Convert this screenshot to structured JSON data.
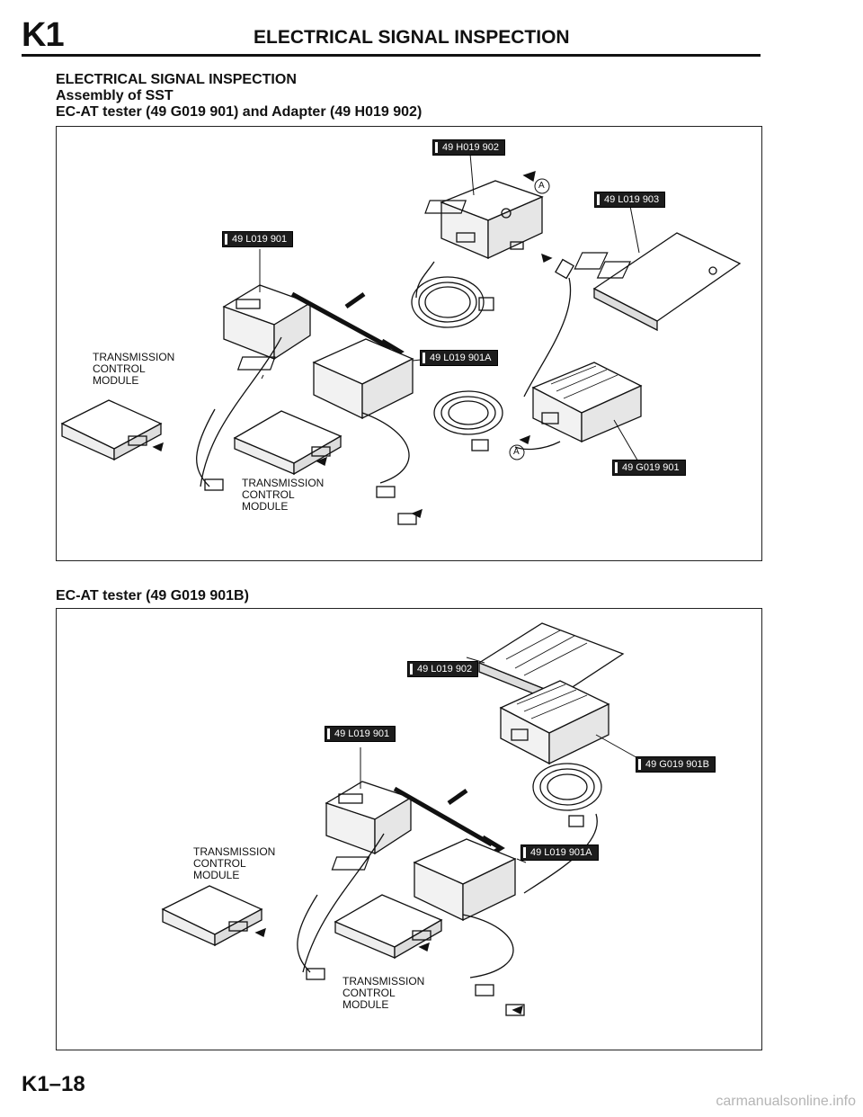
{
  "header": {
    "section_code": "K1",
    "title": "ELECTRICAL SIGNAL INSPECTION"
  },
  "intro": {
    "line1": "ELECTRICAL SIGNAL INSPECTION",
    "line2": "Assembly of SST",
    "line3": "EC-AT tester (49 G019 901) and Adapter (49 H019 902)"
  },
  "figure1": {
    "tags": {
      "h019_902": "49 H019 902",
      "l019_903": "49 L019 903",
      "l019_901": "49 L019 901",
      "l019_901a": "49 L019 901A",
      "g019_901": "49 G019 901"
    },
    "marker_a": "A",
    "tcm_label_1": [
      "TRANSMISSION",
      "CONTROL",
      "MODULE"
    ],
    "tcm_label_2": [
      "TRANSMISSION",
      "CONTROL",
      "MODULE"
    ]
  },
  "figure2": {
    "caption": "EC-AT tester (49 G019 901B)",
    "tags": {
      "l019_902": "49 L019 902",
      "l019_901": "49 L019 901",
      "g019_901b": "49 G019 901B",
      "l019_901a": "49 L019 901A"
    },
    "tcm_label_1": [
      "TRANSMISSION",
      "CONTROL",
      "MODULE"
    ],
    "tcm_label_2": [
      "TRANSMISSION",
      "CONTROL",
      "MODULE"
    ]
  },
  "footer": {
    "page_code": "K1–18",
    "watermark": "carmanualsonline.info"
  }
}
